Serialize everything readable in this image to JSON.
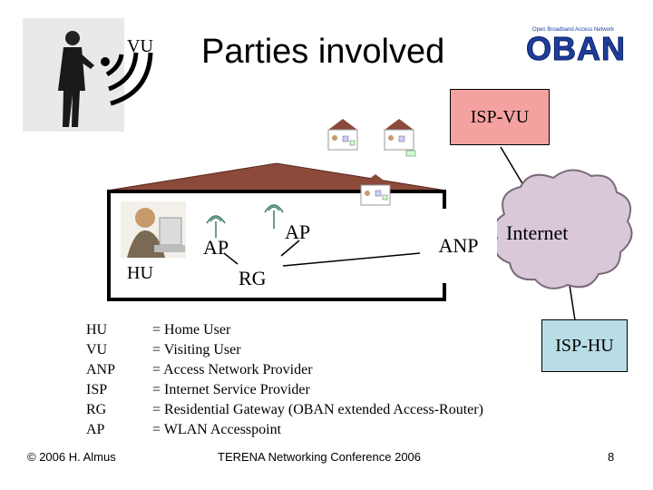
{
  "slide": {
    "title": "Parties involved",
    "vu_label": "VU",
    "hu_label": "HU",
    "logo": {
      "tagline": "Open Broadband Access Network",
      "wordmark": "OBAN"
    },
    "footer_left": "© 2006 H. Almus",
    "footer_center": "TERENA Networking Conference 2006",
    "page_number": "8"
  },
  "nodes": {
    "isp_vu": "ISP-VU",
    "isp_hu": "ISP-HU",
    "internet": "Internet",
    "anp": "ANP",
    "rg": "RG",
    "ap_left": "AP",
    "ap_right": "AP"
  },
  "legend": [
    {
      "abbr": "HU",
      "desc": "= Home User"
    },
    {
      "abbr": "VU",
      "desc": "= Visiting User"
    },
    {
      "abbr": "ANP",
      "desc": "= Access Network Provider"
    },
    {
      "abbr": "ISP",
      "desc": "= Internet Service Provider"
    },
    {
      "abbr": "RG",
      "desc": "= Residential Gateway (OBAN extended Access-Router)"
    },
    {
      "abbr": "AP",
      "desc": "= WLAN Accesspoint"
    }
  ],
  "colors": {
    "isp_fill": "#f4a2a0",
    "isp_hu_fill": "#b9dde6",
    "cloud_fill": "#d8c8d8",
    "roof_fill": "#8b4a3a",
    "anp_fill": "#ffffff",
    "logo_blue": "#1f3e9c"
  }
}
